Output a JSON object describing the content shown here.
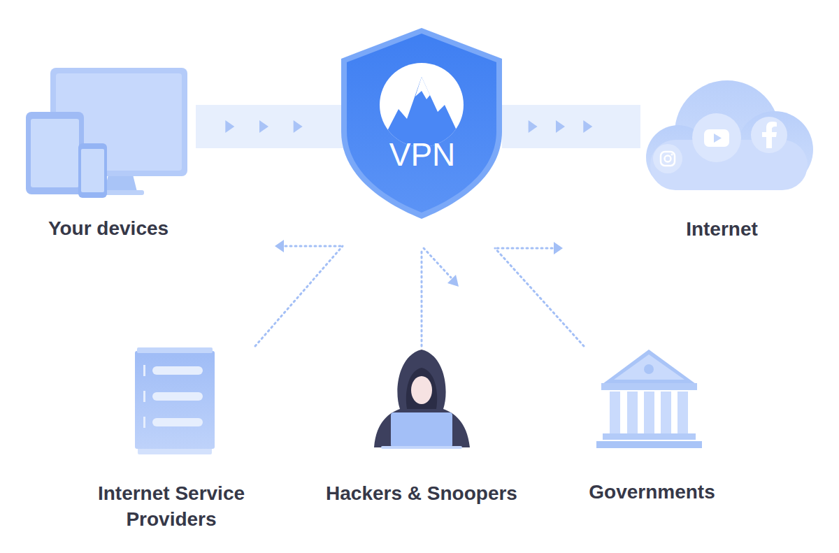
{
  "diagram": {
    "nodes": [
      {
        "text": [
          "Your devices"
        ]
      },
      {
        "text": [
          "VPN"
        ]
      },
      {
        "text": [
          "Internet"
        ]
      },
      {
        "text": [
          "Internet Service Providers"
        ]
      },
      {
        "text": [
          "Hackers & Snoopers"
        ]
      },
      {
        "text": [
          "Governments"
        ]
      }
    ],
    "edges": [
      {
        "from": 0,
        "to": 1,
        "arrow": "to"
      },
      {
        "from": 1,
        "to": 2,
        "arrow": "to"
      },
      {
        "from": 3,
        "to": 1,
        "arrow": "none"
      },
      {
        "from": 4,
        "to": 1,
        "arrow": "none"
      },
      {
        "from": 5,
        "to": 1,
        "arrow": "none"
      }
    ]
  }
}
